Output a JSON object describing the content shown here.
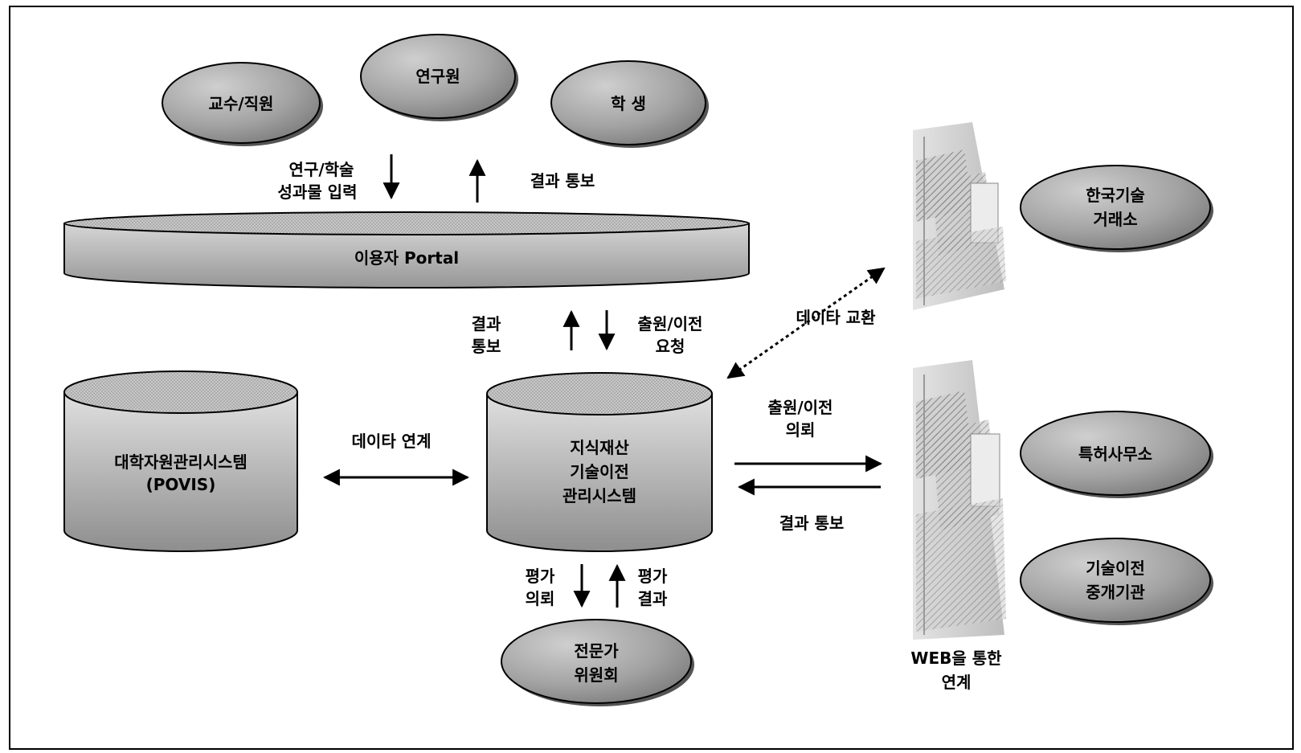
{
  "actors": {
    "professor_staff": "교수/직원",
    "researcher": "연구원",
    "student": "학 생"
  },
  "top_flow": {
    "input_line1": "연구/학술",
    "input_line2": "성과물 입력",
    "result_notice": "결과 통보"
  },
  "portal": {
    "label": "이용자 Portal"
  },
  "middle_flow": {
    "result_line1": "결과",
    "result_line2": "통보",
    "request_line1": "출원/이전",
    "request_line2": "요청"
  },
  "exchange_label": "데이타 교환",
  "povis": {
    "line1": "대학자원관리시스템",
    "line2": "(POVIS)"
  },
  "link_label": "데이타 연계",
  "ip_system": {
    "line1": "지식재산",
    "line2": "기술이전",
    "line3": "관리시스템"
  },
  "right_flow": {
    "request_line1": "출원/이전",
    "request_line2": "의뢰",
    "result_notice": "결과 통보"
  },
  "bottom_flow": {
    "eval_request_line1": "평가",
    "eval_request_line2": "의뢰",
    "eval_result_line1": "평가",
    "eval_result_line2": "결과"
  },
  "committee": {
    "line1": "전문가",
    "line2": "위원회"
  },
  "external": {
    "krtx_line1": "한국기술",
    "krtx_line2": "거래소",
    "patent_office": "특허사무소",
    "transfer_line1": "기술이전",
    "transfer_line2": "중개기관"
  },
  "web_link": {
    "line1": "WEB을 통한",
    "line2": "연계"
  },
  "colors": {
    "node_fill": "#9e9e9e",
    "node_highlight": "#d4d4d4",
    "stroke": "#000000",
    "background": "#ffffff"
  }
}
